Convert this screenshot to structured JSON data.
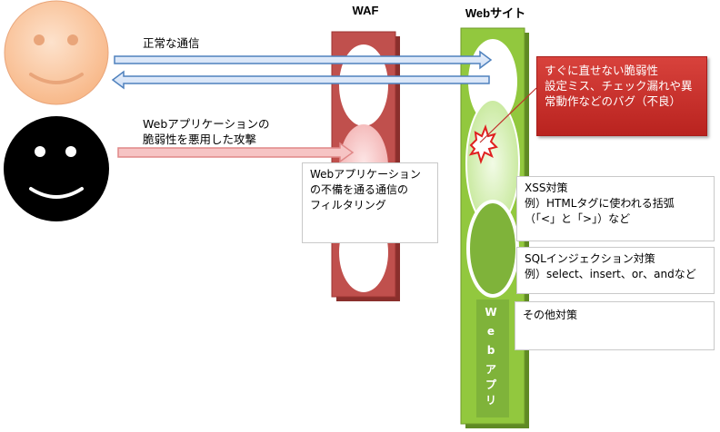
{
  "waf": {
    "title": "WAF"
  },
  "website": {
    "title": "Webサイト"
  },
  "normal_traffic": {
    "label": "正常な通信"
  },
  "attack": {
    "label_line1": "Webアプリケーションの",
    "label_line2": "脆弱性を悪用した攻撃"
  },
  "waf_note": {
    "line1": "Webアプリケーション",
    "line2": "の不備を通る通信の",
    "line3": "フィルタリング"
  },
  "vuln_callout": {
    "line1": "すぐに直せない脆弱性",
    "line2": "設定ミス、チェック漏れや異",
    "line3": "常動作などのバグ（不良）"
  },
  "xss_note": {
    "line1": "XSS対策",
    "line2": "例）HTMLタグに使われる括弧",
    "line3": "（「<」と「>」）など"
  },
  "sqli_note": {
    "line1": "SQLインジェクション対策",
    "line2": "例）select、insert、or、andなど"
  },
  "other_note": {
    "line1": "その他対策"
  },
  "webapp_label": {
    "chars": [
      "W",
      "e",
      "b",
      "ア",
      "プ",
      "リ"
    ]
  },
  "colors": {
    "waf_red": "#c0504d",
    "site_green": "#92c83e",
    "callout_red": "#c0302c",
    "attack_pink": "#f4a6a6",
    "arrow_blue": "#5b8fd6"
  }
}
